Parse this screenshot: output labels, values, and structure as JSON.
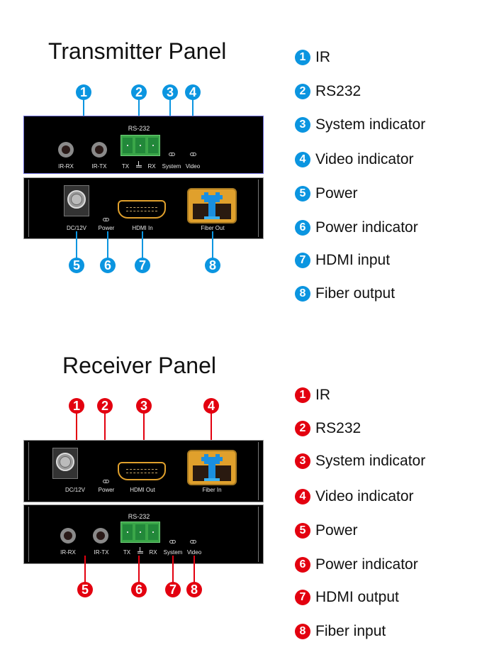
{
  "transmitter": {
    "title": "Transmitter Panel",
    "accent_color": "#0b95e0",
    "top_panel": {
      "rs232_label": "RS-232",
      "ports": [
        "IR-RX",
        "IR-TX",
        "TX",
        "RX",
        "System",
        "Video"
      ]
    },
    "bottom_panel": {
      "ports": [
        "DC/12V",
        "Power",
        "HDMI In",
        "Fiber Out"
      ]
    },
    "callouts": [
      "1",
      "2",
      "3",
      "4",
      "5",
      "6",
      "7",
      "8"
    ],
    "legend": [
      {
        "num": "1",
        "label": "IR"
      },
      {
        "num": "2",
        "label": "RS232"
      },
      {
        "num": "3",
        "label": "System indicator"
      },
      {
        "num": "4",
        "label": "Video indicator"
      },
      {
        "num": "5",
        "label": "Power"
      },
      {
        "num": "6",
        "label": "Power indicator"
      },
      {
        "num": "7",
        "label": "HDMI input"
      },
      {
        "num": "8",
        "label": "Fiber output"
      }
    ]
  },
  "receiver": {
    "title": "Receiver Panel",
    "accent_color": "#e3000f",
    "top_panel": {
      "ports": [
        "DC/12V",
        "Power",
        "HDMI Out",
        "Fiber In"
      ]
    },
    "bottom_panel": {
      "rs232_label": "RS-232",
      "ports": [
        "IR-RX",
        "IR-TX",
        "TX",
        "RX",
        "System",
        "Video"
      ]
    },
    "callouts": [
      "1",
      "2",
      "3",
      "4",
      "5",
      "6",
      "7",
      "8"
    ],
    "legend": [
      {
        "num": "1",
        "label": "IR"
      },
      {
        "num": "2",
        "label": "RS232"
      },
      {
        "num": "3",
        "label": "System indicator"
      },
      {
        "num": "4",
        "label": "Video indicator"
      },
      {
        "num": "5",
        "label": "Power"
      },
      {
        "num": "6",
        "label": "Power indicator"
      },
      {
        "num": "7",
        "label": "HDMI output"
      },
      {
        "num": "8",
        "label": "Fiber input"
      }
    ]
  }
}
